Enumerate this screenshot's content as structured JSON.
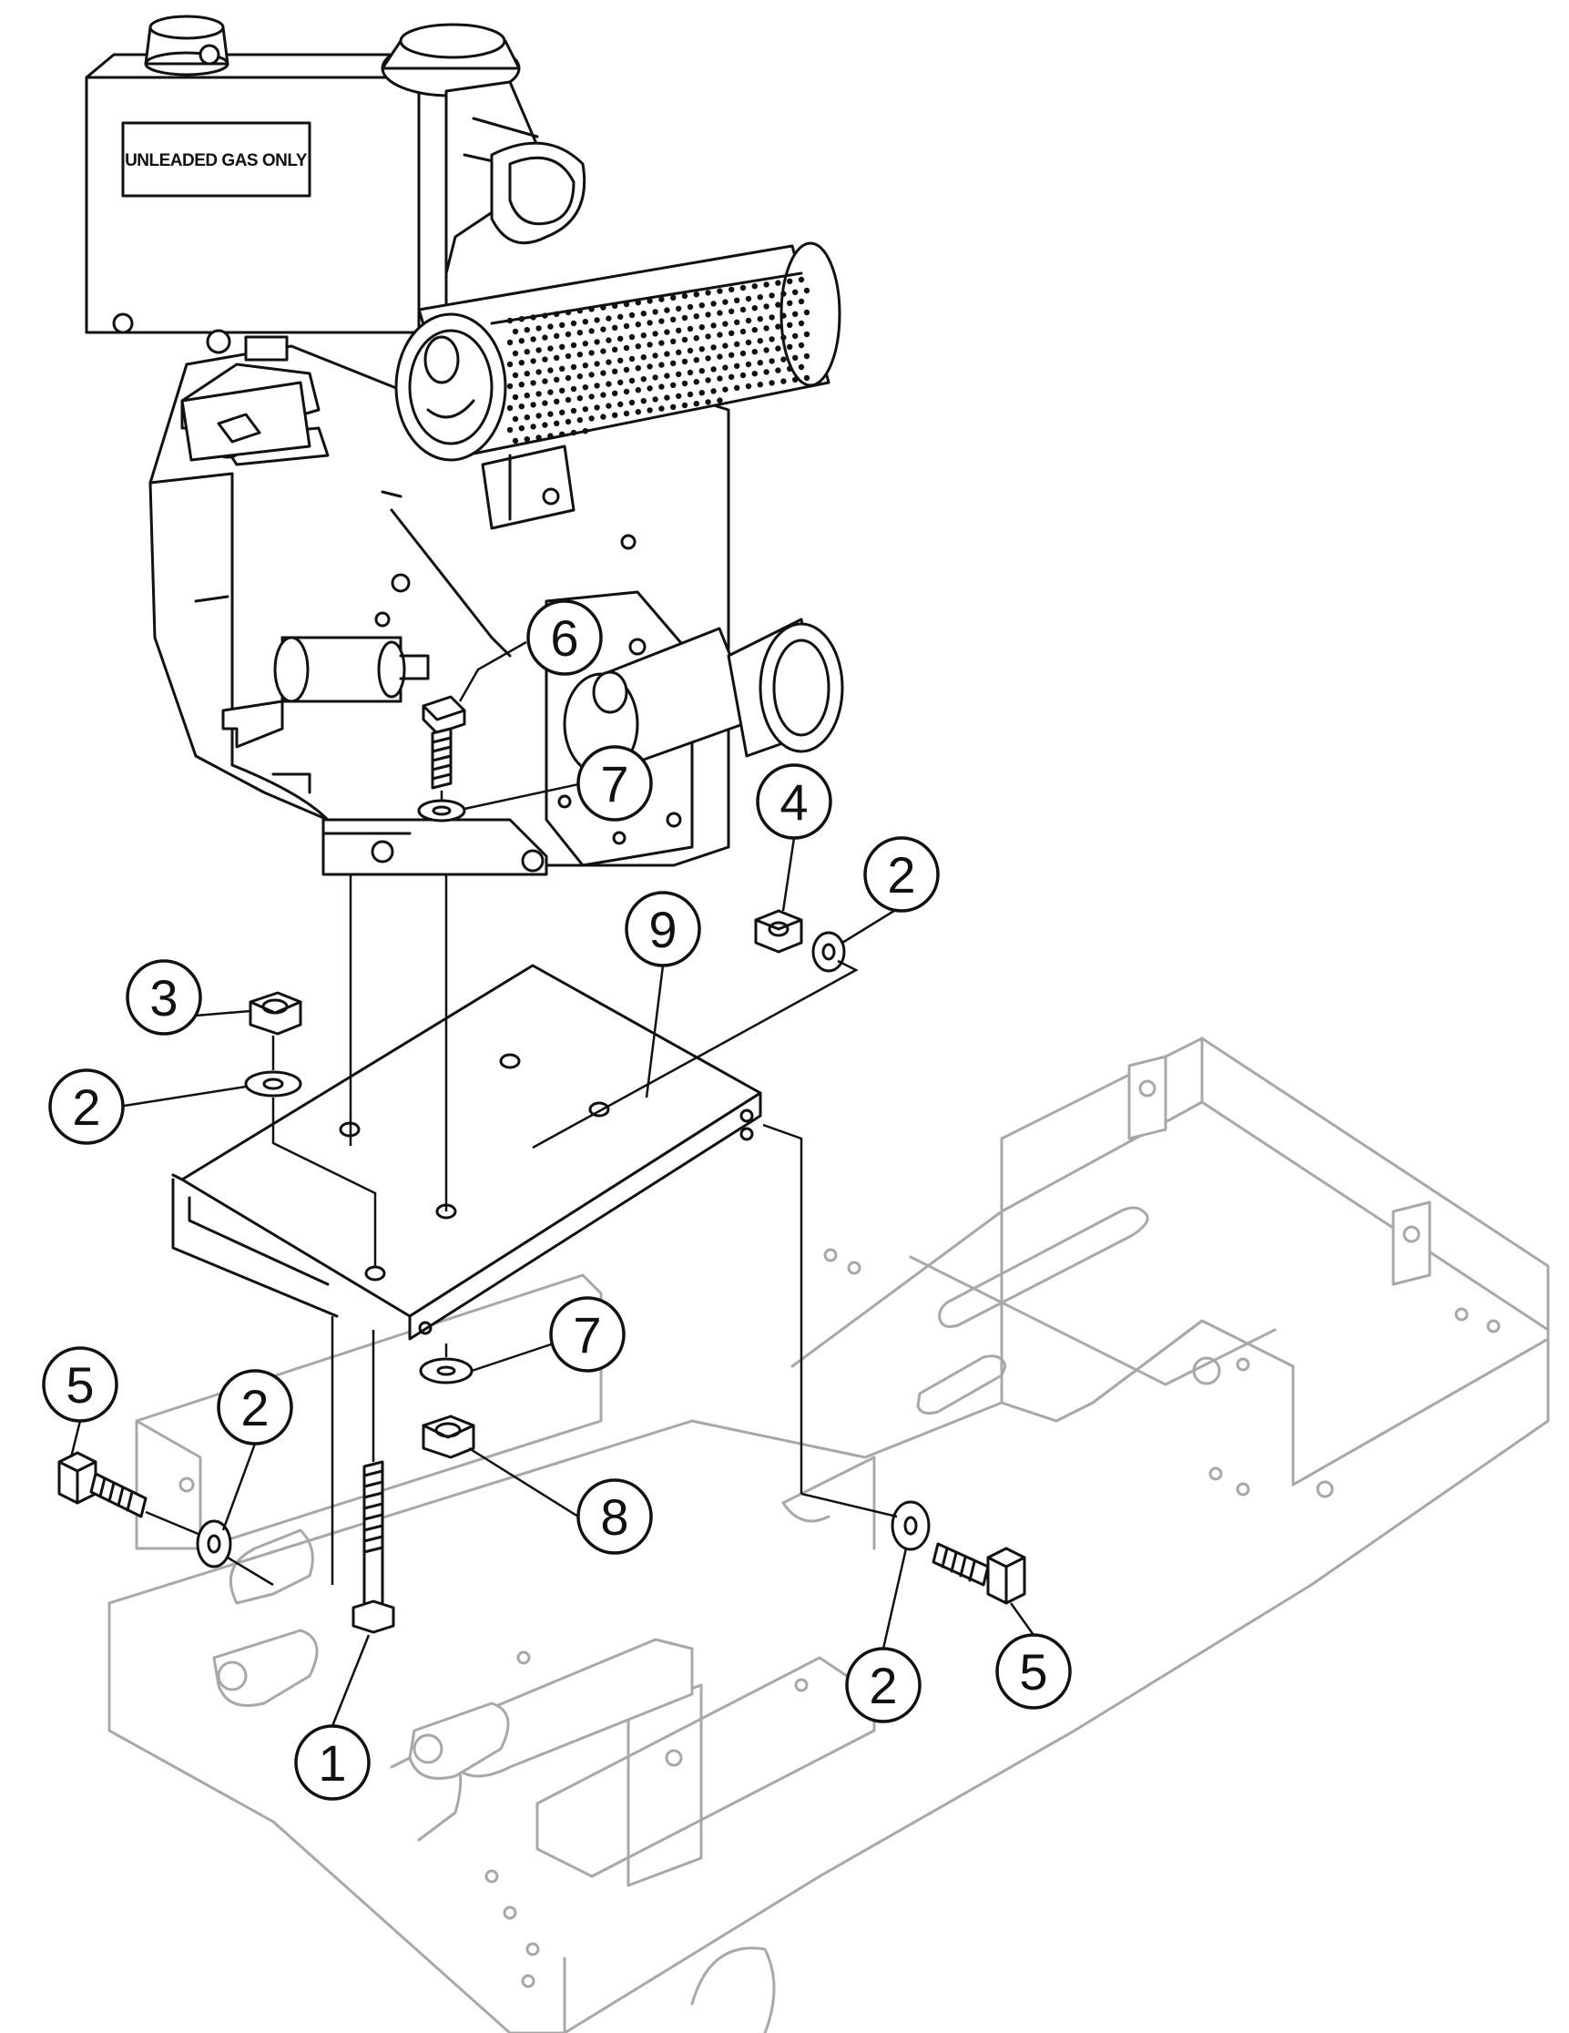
{
  "decal": {
    "text": "UNLEADED GAS ONLY"
  },
  "callouts": [
    {
      "id": "c1",
      "number": "1"
    },
    {
      "id": "c2a",
      "number": "2"
    },
    {
      "id": "c2b",
      "number": "2"
    },
    {
      "id": "c2c",
      "number": "2"
    },
    {
      "id": "c2d",
      "number": "2"
    },
    {
      "id": "c3",
      "number": "3"
    },
    {
      "id": "c4",
      "number": "4"
    },
    {
      "id": "c5a",
      "number": "5"
    },
    {
      "id": "c5b",
      "number": "5"
    },
    {
      "id": "c6",
      "number": "6"
    },
    {
      "id": "c7a",
      "number": "7"
    },
    {
      "id": "c7b",
      "number": "7"
    },
    {
      "id": "c8",
      "number": "8"
    },
    {
      "id": "c9",
      "number": "9"
    }
  ],
  "colors": {
    "ink": "#111111",
    "frame": "#a8a8a8",
    "background": "#ffffff"
  }
}
